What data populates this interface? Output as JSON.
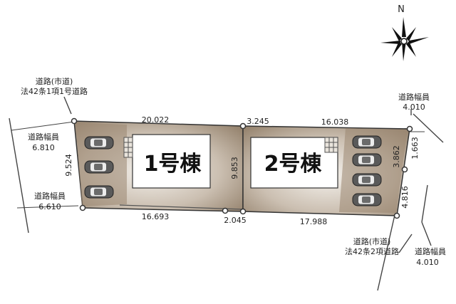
{
  "compass": {
    "north": "N"
  },
  "buildings": [
    {
      "label": "1号棟"
    },
    {
      "label": "2号棟"
    }
  ],
  "roads": {
    "west_road_name": [
      "道路(市道)",
      "法42条1項1号道路"
    ],
    "west_width_1": [
      "道路幅員",
      "6.810"
    ],
    "west_width_2": [
      "道路幅員",
      "6.610"
    ],
    "east_width_top": [
      "道路幅員",
      "4.010"
    ],
    "east_road_name": [
      "道路(市道)",
      "法42条2項道路"
    ],
    "east_width_bottom": [
      "道路幅員",
      "4.010"
    ]
  },
  "dimensions": {
    "top_left": "20.022",
    "top_mid": "3.245",
    "top_right": "16.038",
    "bottom_left": "16.693",
    "bottom_mid": "2.045",
    "bottom_right": "17.988",
    "west_side": "9.524",
    "center_divider": "9.853",
    "east_upper": "1.663",
    "east_inner": "3.862",
    "east_lower": "4.816"
  },
  "colors": {
    "lot": "#a3917c",
    "lot_light": "#e2dbd2",
    "outline": "#333333",
    "car": "#555555"
  }
}
